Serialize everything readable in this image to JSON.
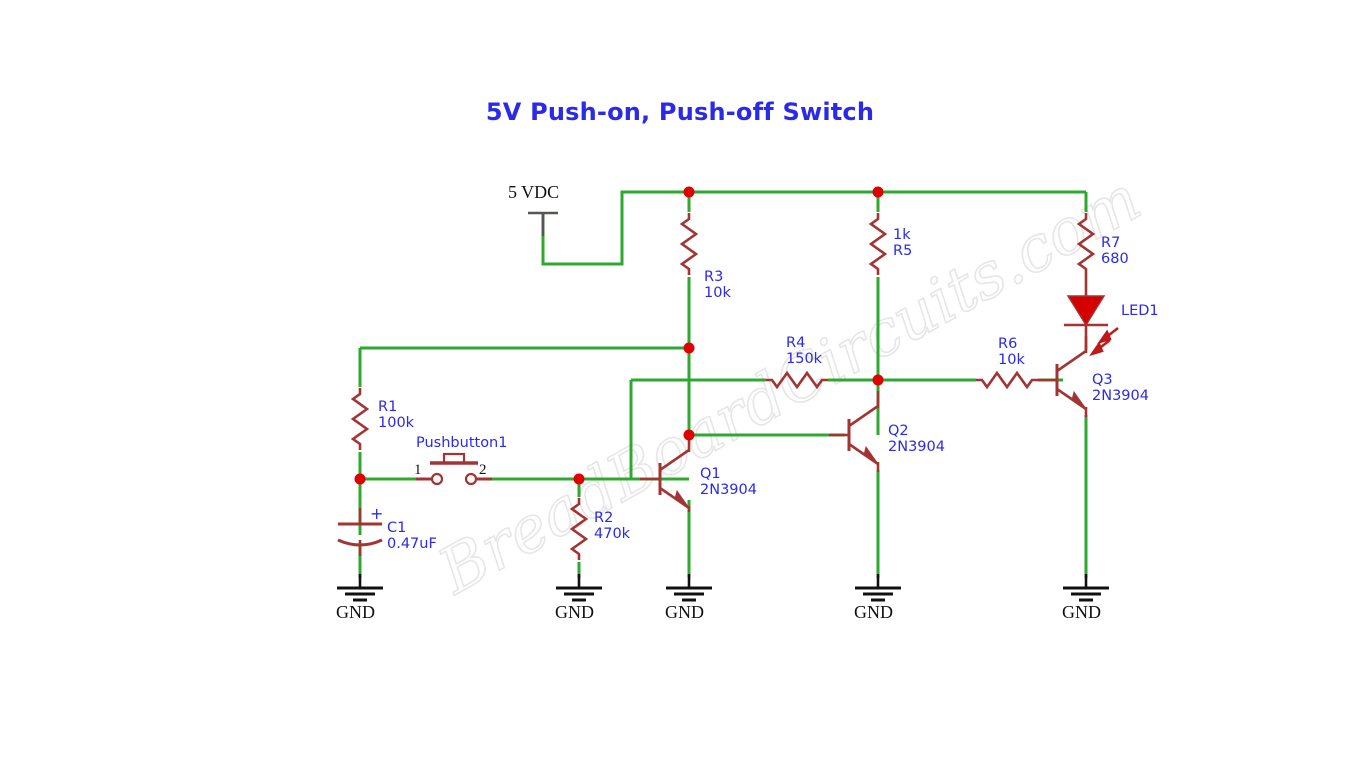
{
  "title": "5V Push-on, Push-off Switch",
  "watermark": "BreadBoardCircuits.com",
  "colors": {
    "wire": "#2fa82f",
    "component": "#a33434",
    "junction": "#e00000",
    "label": "#2a2ae8",
    "title": "#2a2ae8",
    "ground": "#111111",
    "led_fill": "#d40000",
    "background": "#ffffff"
  },
  "power": {
    "label": "5 VDC"
  },
  "switch": {
    "name": "Pushbutton1",
    "pin1": "1",
    "pin2": "2"
  },
  "grounds": [
    {
      "label": "GND"
    },
    {
      "label": "GND"
    },
    {
      "label": "GND"
    },
    {
      "label": "GND"
    },
    {
      "label": "GND"
    }
  ],
  "components": [
    {
      "ref": "R1",
      "value": "100k",
      "type": "resistor",
      "orientation": "vertical"
    },
    {
      "ref": "R2",
      "value": "470k",
      "type": "resistor",
      "orientation": "vertical"
    },
    {
      "ref": "R3",
      "value": "10k",
      "type": "resistor",
      "orientation": "vertical"
    },
    {
      "ref": "R4",
      "value": "150k",
      "type": "resistor",
      "orientation": "horizontal"
    },
    {
      "ref": "R5",
      "value": "1k",
      "type": "resistor",
      "orientation": "vertical",
      "value_above_ref": true
    },
    {
      "ref": "R6",
      "value": "10k",
      "type": "resistor",
      "orientation": "horizontal"
    },
    {
      "ref": "R7",
      "value": "680",
      "type": "resistor",
      "orientation": "vertical"
    },
    {
      "ref": "C1",
      "value": "0.47uF",
      "type": "capacitor-polarized",
      "polarity": "+"
    },
    {
      "ref": "Q1",
      "value": "2N3904",
      "type": "transistor-npn"
    },
    {
      "ref": "Q2",
      "value": "2N3904",
      "type": "transistor-npn"
    },
    {
      "ref": "Q3",
      "value": "2N3904",
      "type": "transistor-npn"
    },
    {
      "ref": "LED1",
      "value": "",
      "type": "led"
    }
  ],
  "labels": {
    "r1_ref": "R1",
    "r1_val": "100k",
    "r2_ref": "R2",
    "r2_val": "470k",
    "r3_ref": "R3",
    "r3_val": "10k",
    "r4_ref": "R4",
    "r4_val": "150k",
    "r5_ref": "R5",
    "r5_val": "1k",
    "r6_ref": "R6",
    "r6_val": "10k",
    "r7_ref": "R7",
    "r7_val": "680",
    "c1_ref": "C1",
    "c1_val": "0.47uF",
    "c1_plus": "+",
    "q1_ref": "Q1",
    "q1_val": "2N3904",
    "q2_ref": "Q2",
    "q2_val": "2N3904",
    "q3_ref": "Q3",
    "q3_val": "2N3904",
    "led1_ref": "LED1"
  }
}
